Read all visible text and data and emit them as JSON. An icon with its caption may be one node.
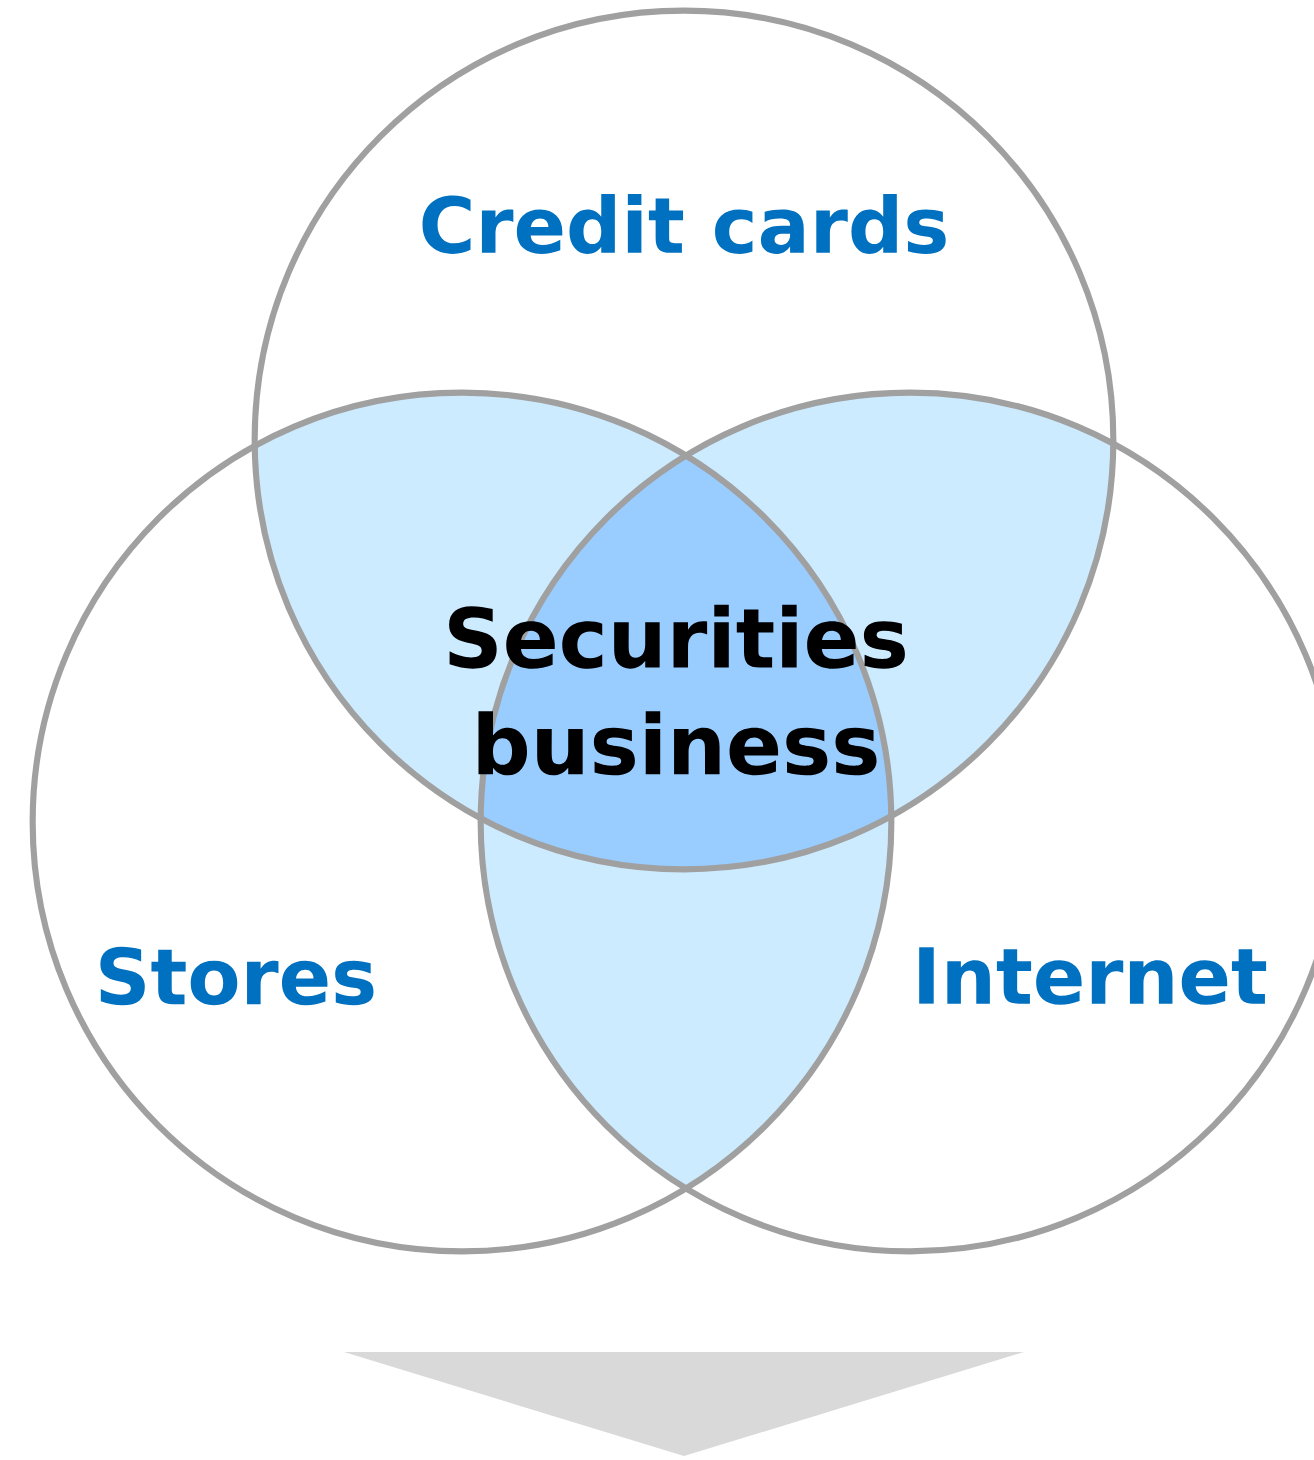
{
  "diagram": {
    "nodes": [
      {
        "text": [
          "Credit cards"
        ]
      },
      {
        "text": [
          "Stores"
        ]
      },
      {
        "text": [
          "Internet"
        ]
      }
    ],
    "labels": [
      "Securities business"
    ]
  }
}
